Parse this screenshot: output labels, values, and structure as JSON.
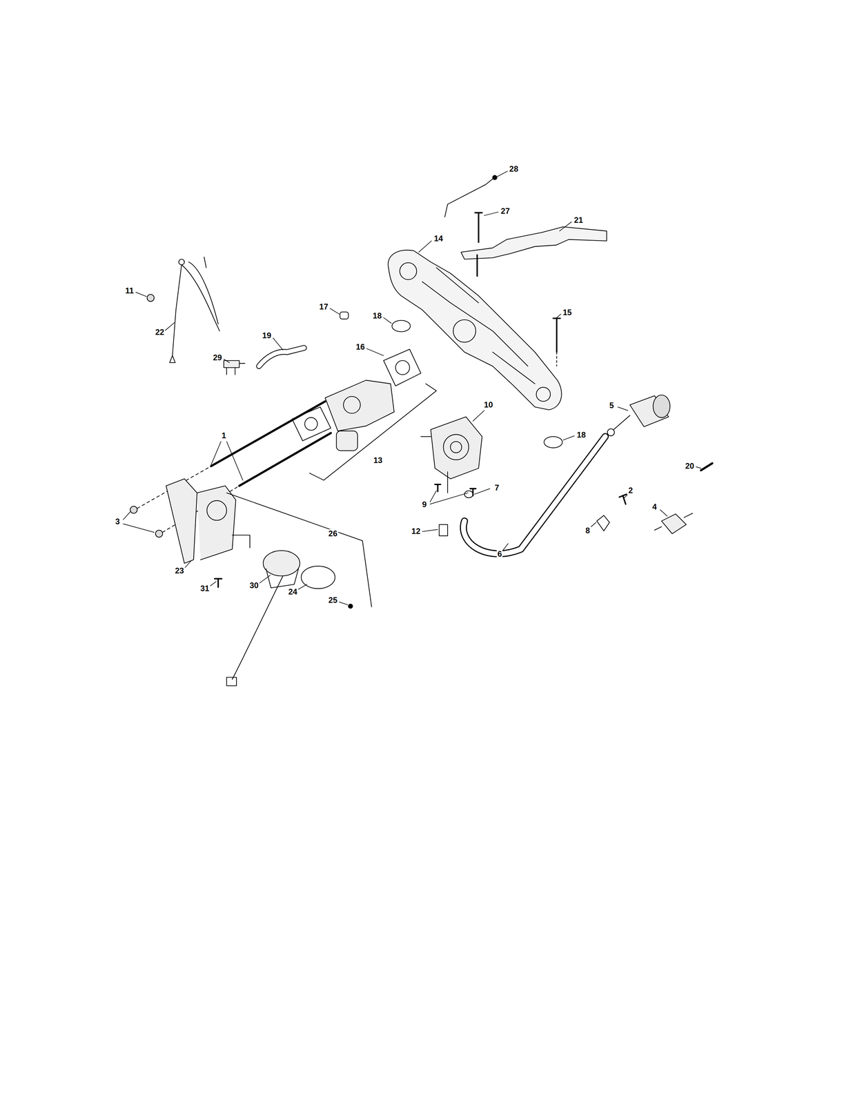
{
  "diagram": {
    "labels": [
      "28",
      "27",
      "21",
      "14",
      "11",
      "17",
      "18",
      "15",
      "22",
      "19",
      "16",
      "29",
      "10",
      "5",
      "18",
      "1",
      "13",
      "20",
      "2",
      "4",
      "3",
      "7",
      "9",
      "8",
      "12",
      "6",
      "26",
      "23",
      "31",
      "30",
      "24",
      "25"
    ]
  }
}
